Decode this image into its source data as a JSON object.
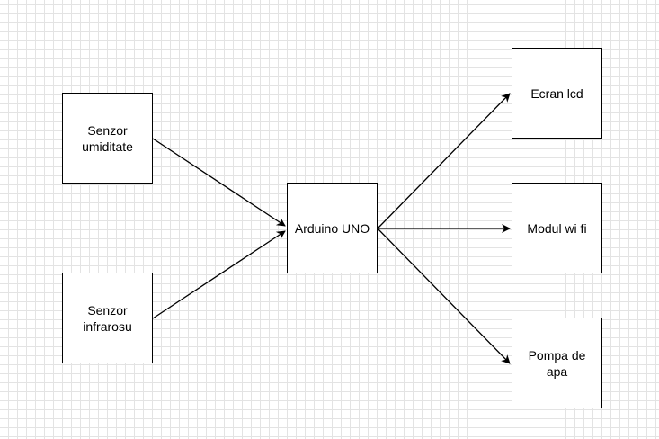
{
  "colors": {
    "stroke": "#000000",
    "node_fill": "#ffffff",
    "grid": "#e3e3e3",
    "background": "#ffffff"
  },
  "nodes": {
    "senzor_umiditate": "Senzor\numiditate",
    "senzor_infrarosu": "Senzor\ninfrarosu",
    "arduino_uno": "Arduino UNO",
    "ecran_lcd": "Ecran lcd",
    "modul_wifi": "Modul wi fi",
    "pompa_de_apa": "Pompa de\napa"
  },
  "edges": [
    {
      "from": "senzor_umiditate",
      "to": "arduino_uno"
    },
    {
      "from": "senzor_infrarosu",
      "to": "arduino_uno"
    },
    {
      "from": "arduino_uno",
      "to": "ecran_lcd"
    },
    {
      "from": "arduino_uno",
      "to": "modul_wifi"
    },
    {
      "from": "arduino_uno",
      "to": "pompa_de_apa"
    }
  ]
}
